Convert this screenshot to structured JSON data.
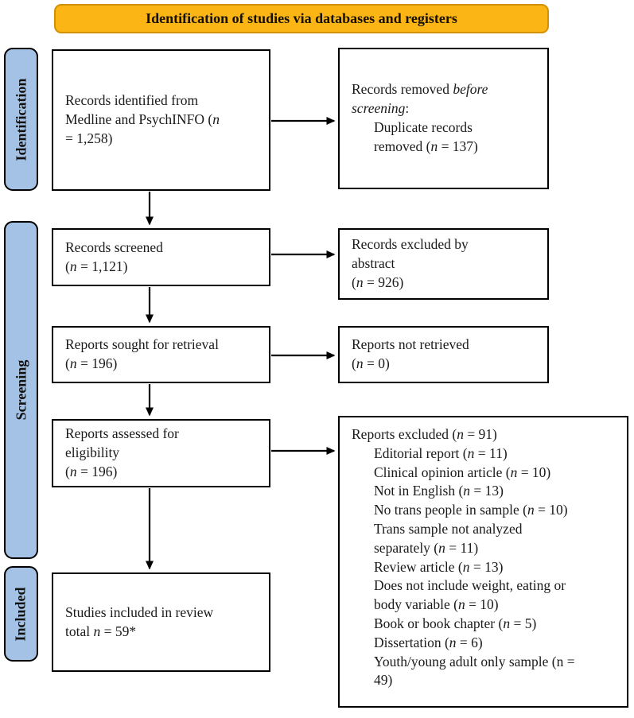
{
  "banner": {
    "label": "Identification of studies via databases and registers"
  },
  "colors": {
    "banner_fill": "#FBB515",
    "banner_border": "#D29200",
    "stage_fill": "#A4C2E5",
    "stage_border": "#000000",
    "box_border": "#000000"
  },
  "stages": [
    {
      "label": "Identification"
    },
    {
      "label": "Screening"
    },
    {
      "label": "Included"
    }
  ],
  "boxes": {
    "identified": "Records identified from\nMedline and PsychINFO (*n*\n= 1,258)",
    "removed_heading": "Records removed *before*\n*screening*:",
    "removed_item": "Duplicate records\nremoved (*n* = 137)",
    "screened": "Records screened\n(*n* = 1,121)",
    "excluded_abstract": "Records excluded by\nabstract\n(*n* = 926)",
    "sought": "Reports sought for retrieval\n(*n* = 196)",
    "not_retrieved": "Reports not retrieved\n(*n* = 0)",
    "assessed": "Reports assessed for\neligibility\n(*n* = 196)",
    "excluded_heading": "Reports excluded (*n* = 91)",
    "excluded_reasons": [
      "Editorial report (*n* = 11)",
      "Clinical opinion article (*n* = 10)",
      "Not in English (*n* = 13)",
      "No trans people in sample (*n* = 10)",
      "Trans sample not analyzed\nseparately (*n* = 11)",
      "Review article (*n* = 13)",
      "Does not include weight, eating or\nbody variable (*n* = 10)",
      "Book or book chapter (*n* = 5)",
      "Dissertation (*n* = 6)",
      "Youth/young adult only sample (n =\n49)"
    ],
    "included": "Studies included in review\ntotal *n* = 59*"
  }
}
